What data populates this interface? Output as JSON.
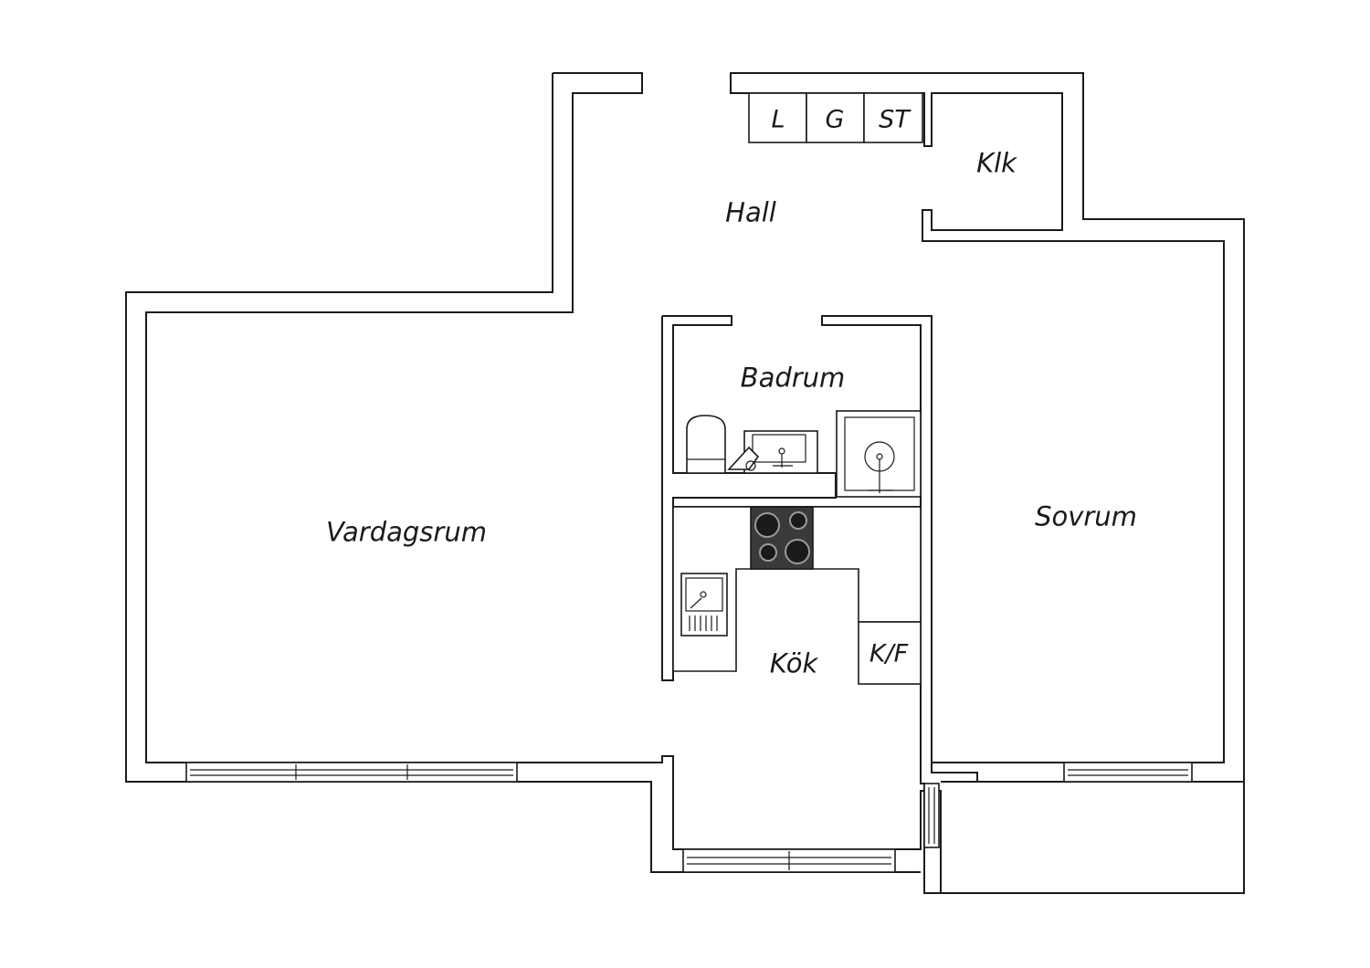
{
  "rooms": {
    "hall": "Hall",
    "vardagsrum": "Vardagsrum",
    "badrum": "Badrum",
    "kok": "Kök",
    "sovrum": "Sovrum",
    "klk": "Klk"
  },
  "storage": {
    "l": "L",
    "g": "G",
    "st": "ST",
    "kf": "K/F"
  },
  "colors": {
    "line": "#1a1a1a",
    "background": "#ffffff",
    "stove": "#3a3a3a"
  }
}
